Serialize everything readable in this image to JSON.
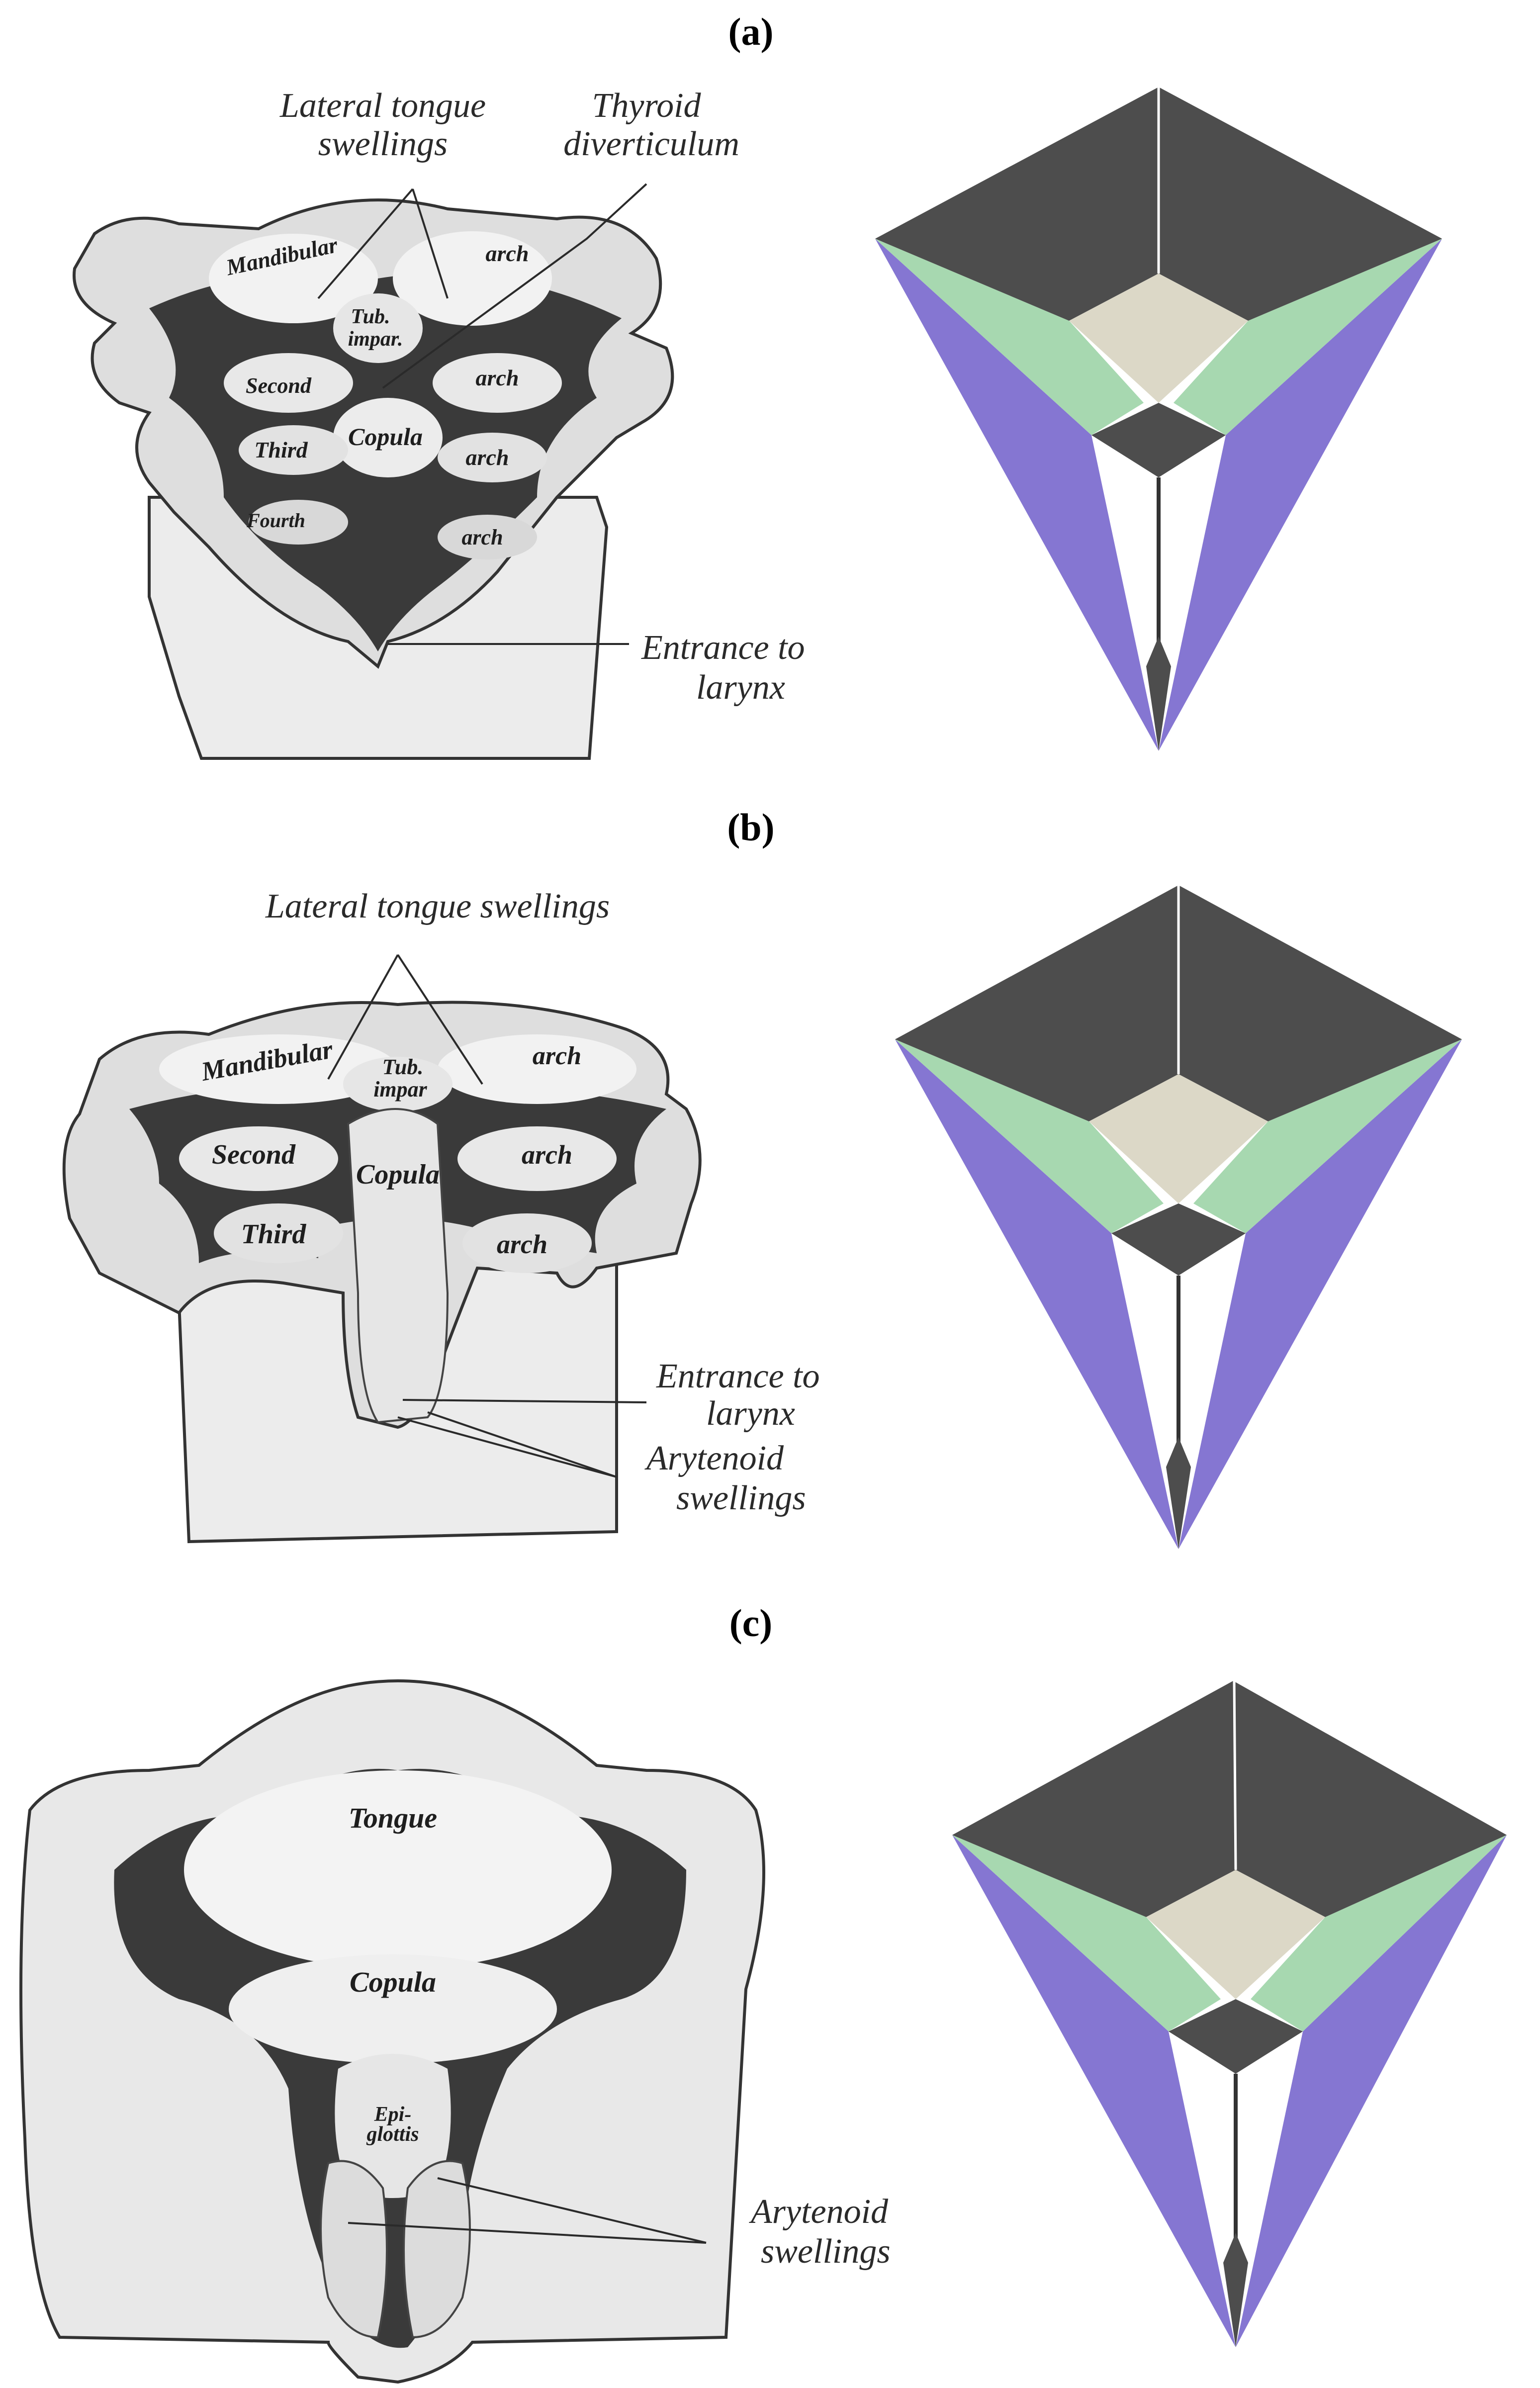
{
  "panels": [
    {
      "label": "(a)",
      "annotations": {
        "lateral_tongue": "Lateral tongue swellings",
        "lateral_tongue_line1": "Lateral tongue",
        "lateral_tongue_line2": "swellings",
        "thyroid_line1": "Thyroid",
        "thyroid_line2": "diverticulum",
        "entrance_line1": "Entrance to",
        "entrance_line2": "larynx"
      },
      "inner_labels": {
        "mandibular": "Mandibular",
        "arch_1": "arch",
        "tub": "Tub.",
        "impar": "impar.",
        "second": "Second",
        "arch_2": "arch",
        "third": "Third",
        "copula": "Copula",
        "arch_3": "arch",
        "fourth": "Fourth",
        "arch_4": "arch"
      }
    },
    {
      "label": "(b)",
      "annotations": {
        "lateral_tongue": "Lateral tongue swellings",
        "entrance_line1": "Entrance to",
        "entrance_line2": "larynx",
        "arytenoid_line1": "Arytenoid",
        "arytenoid_line2": "swellings"
      },
      "inner_labels": {
        "mandibular": "Mandibular",
        "arch_1": "arch",
        "tub": "Tub.",
        "impar": "impar",
        "second": "Second",
        "copula": "Copula",
        "arch_2": "arch",
        "third": "Third",
        "arch_3": "arch"
      }
    },
    {
      "label": "(c)",
      "annotations": {
        "arytenoid_line1": "Arytenoid",
        "arytenoid_line2": "swellings"
      },
      "inner_labels": {
        "tongue": "Tongue",
        "copula": "Copula",
        "epi": "Epi-",
        "glottis": "glottis"
      }
    }
  ],
  "diagram_colors": {
    "dark": "#4d4d4d",
    "green": "#a7d8b0",
    "beige": "#dcd8c7",
    "purple": "#8576d2",
    "white": "#ffffff",
    "illustration_shadow": "#3a3a3a",
    "illustration_body": "#e9e9e9"
  }
}
